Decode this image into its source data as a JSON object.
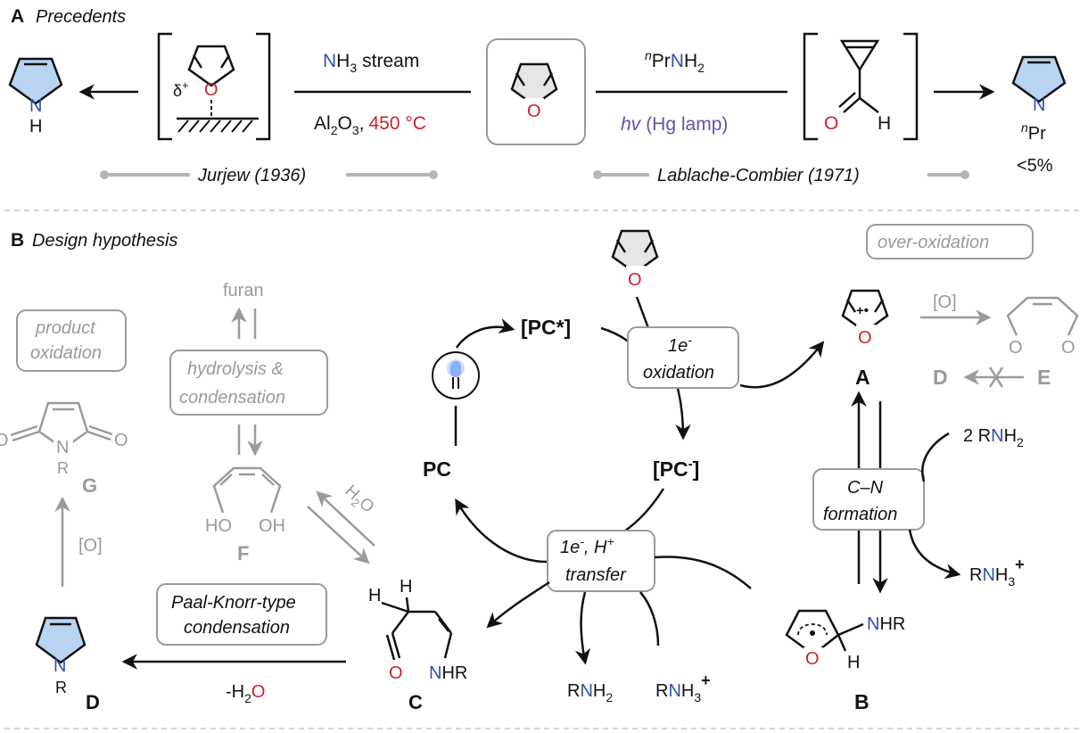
{
  "colors": {
    "ink": "#111111",
    "gray": "#9a9a9a",
    "oxygen": "#d0202a",
    "nitrogen": "#2f4fb0",
    "violet": "#6a4fa8",
    "pyrrole_fill": "#b9d3f3",
    "furan_fill": "#e6e6e6"
  },
  "panel_a": {
    "letter": "A",
    "title": "Precedents",
    "surface_charge": "δ",
    "surface_charge_sup": "+",
    "left_condition_top_n": "N",
    "left_condition_top_h": "H",
    "left_condition_top_sub": "3",
    "left_condition_top_rest": "stream",
    "left_condition_bottom_al": "Al",
    "left_condition_bottom_sub2": "2",
    "left_condition_bottom_o": "O",
    "left_condition_bottom_sub3": "3",
    "left_condition_bottom_comma": ",",
    "left_condition_bottom_temp": "450 °C",
    "right_condition_top_sup": "n",
    "right_condition_top_pr": "Pr",
    "right_condition_top_n": "N",
    "right_condition_top_h": "H",
    "right_condition_top_sub": "2",
    "right_condition_bottom_hv": "hv",
    "right_condition_bottom_rest": "(Hg lamp)",
    "left_citation": "Jurjew (1936)",
    "right_citation": "Lablache-Combier (1971)",
    "left_product_n": "N",
    "left_product_h": "H",
    "right_product_n": "N",
    "right_product_sup": "n",
    "right_product_sub": "Pr",
    "aldehyde_o": "O",
    "aldehyde_h": "H",
    "yield": "<5%"
  },
  "panel_b": {
    "letter": "B",
    "title": "Design hypothesis",
    "over_oxidation": "over-oxidation",
    "product_oxidation_1": "product",
    "product_oxidation_2": "oxidation",
    "furan_label": "furan",
    "hydrolysis_1": "hydrolysis &",
    "hydrolysis_2": "condensation",
    "pc_star": "[PC*]",
    "pc": "PC",
    "pc_minus": "[PC",
    "pc_minus_sup": "-",
    "pc_minus_end": "]",
    "oxidation_box_1": "1e",
    "oxidation_box_1_sup": "-",
    "oxidation_box_2": "oxidation",
    "transfer_box_1a": "1e",
    "transfer_box_1a_sup": "-",
    "transfer_box_1b": ", H",
    "transfer_box_1b_sup": "+",
    "transfer_box_2": "transfer",
    "cn_box_1": "C–N",
    "cn_box_2": "formation",
    "paal_knorr_1": "Paal-Knorr-type",
    "paal_knorr_2": "condensation",
    "oxidant_1": "[O]",
    "oxidant_2": "[O]",
    "water": "H",
    "water_sub": "2",
    "water_o": "O",
    "minus_water_pre": "-H",
    "minus_water_sub": "2",
    "minus_water_o": "O",
    "amine_reagent_pre": "2 R",
    "amine_reagent_n": "N",
    "amine_reagent_h": "H",
    "amine_reagent_sub": "2",
    "ammonium_r": "R",
    "ammonium_n": "N",
    "ammonium_h": "H",
    "ammonium_sub": "3",
    "ammonium_sup": "+",
    "rnh2_r": "R",
    "rnh2_n": "N",
    "rnh2_h": "H",
    "rnh2_sub": "2",
    "rnh3_r": "R",
    "rnh3_n": "N",
    "rnh3_h": "H",
    "rnh3_sub": "3",
    "rnh3_sup": "+",
    "radical_cation_mark": "+•",
    "labels": {
      "A": "A",
      "B": "B",
      "C": "C",
      "D": "D",
      "D_gray": "D",
      "E": "E",
      "F": "F",
      "G": "G"
    },
    "atoms": {
      "o": "O",
      "n": "N",
      "r": "R",
      "h": "H",
      "ho_left": "HO",
      "oh_right": "OH",
      "nhr_n": "N",
      "nhr_rest": "HR",
      "c_h": "H",
      "c_o": "O",
      "c_nhr_n": "N",
      "c_nhr_rest": "HR"
    }
  }
}
